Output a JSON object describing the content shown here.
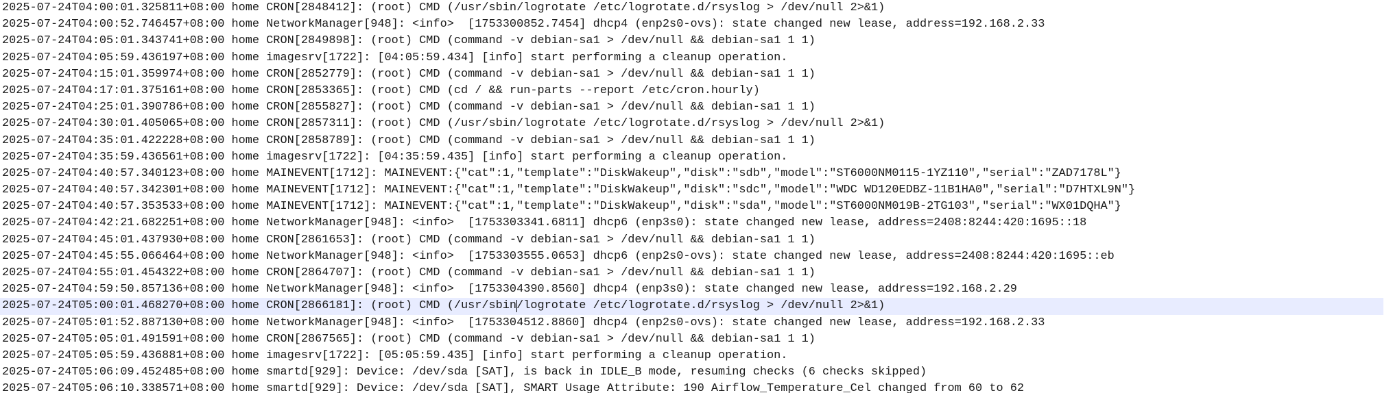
{
  "log": {
    "current_line_index": 18,
    "caret_char_index": 74,
    "lines": [
      "2025-07-24T04:00:01.325811+08:00 home CRON[2848412]: (root) CMD (/usr/sbin/logrotate /etc/logrotate.d/rsyslog > /dev/null 2>&1)",
      "2025-07-24T04:00:52.746457+08:00 home NetworkManager[948]: <info>  [1753300852.7454] dhcp4 (enp2s0-ovs): state changed new lease, address=192.168.2.33",
      "2025-07-24T04:05:01.343741+08:00 home CRON[2849898]: (root) CMD (command -v debian-sa1 > /dev/null && debian-sa1 1 1)",
      "2025-07-24T04:05:59.436197+08:00 home imagesrv[1722]: [04:05:59.434] [info] start performing a cleanup operation.",
      "2025-07-24T04:15:01.359974+08:00 home CRON[2852779]: (root) CMD (command -v debian-sa1 > /dev/null && debian-sa1 1 1)",
      "2025-07-24T04:17:01.375161+08:00 home CRON[2853365]: (root) CMD (cd / && run-parts --report /etc/cron.hourly)",
      "2025-07-24T04:25:01.390786+08:00 home CRON[2855827]: (root) CMD (command -v debian-sa1 > /dev/null && debian-sa1 1 1)",
      "2025-07-24T04:30:01.405065+08:00 home CRON[2857311]: (root) CMD (/usr/sbin/logrotate /etc/logrotate.d/rsyslog > /dev/null 2>&1)",
      "2025-07-24T04:35:01.422228+08:00 home CRON[2858789]: (root) CMD (command -v debian-sa1 > /dev/null && debian-sa1 1 1)",
      "2025-07-24T04:35:59.436561+08:00 home imagesrv[1722]: [04:35:59.435] [info] start performing a cleanup operation.",
      "2025-07-24T04:40:57.340123+08:00 home MAINEVENT[1712]: MAINEVENT:{\"cat\":1,\"template\":\"DiskWakeup\",\"disk\":\"sdb\",\"model\":\"ST6000NM0115-1YZ110\",\"serial\":\"ZAD7178L\"}",
      "2025-07-24T04:40:57.342301+08:00 home MAINEVENT[1712]: MAINEVENT:{\"cat\":1,\"template\":\"DiskWakeup\",\"disk\":\"sdc\",\"model\":\"WDC WD120EDBZ-11B1HA0\",\"serial\":\"D7HTXL9N\"}",
      "2025-07-24T04:40:57.353533+08:00 home MAINEVENT[1712]: MAINEVENT:{\"cat\":1,\"template\":\"DiskWakeup\",\"disk\":\"sda\",\"model\":\"ST6000NM019B-2TG103\",\"serial\":\"WX01DQHA\"}",
      "2025-07-24T04:42:21.682251+08:00 home NetworkManager[948]: <info>  [1753303341.6811] dhcp6 (enp3s0): state changed new lease, address=2408:8244:420:1695::18",
      "2025-07-24T04:45:01.437930+08:00 home CRON[2861653]: (root) CMD (command -v debian-sa1 > /dev/null && debian-sa1 1 1)",
      "2025-07-24T04:45:55.066464+08:00 home NetworkManager[948]: <info>  [1753303555.0653] dhcp6 (enp2s0-ovs): state changed new lease, address=2408:8244:420:1695::eb",
      "2025-07-24T04:55:01.454322+08:00 home CRON[2864707]: (root) CMD (command -v debian-sa1 > /dev/null && debian-sa1 1 1)",
      "2025-07-24T04:59:50.857136+08:00 home NetworkManager[948]: <info>  [1753304390.8560] dhcp4 (enp3s0): state changed new lease, address=192.168.2.29",
      "2025-07-24T05:00:01.468270+08:00 home CRON[2866181]: (root) CMD (/usr/sbin/logrotate /etc/logrotate.d/rsyslog > /dev/null 2>&1)",
      "2025-07-24T05:01:52.887130+08:00 home NetworkManager[948]: <info>  [1753304512.8860] dhcp4 (enp2s0-ovs): state changed new lease, address=192.168.2.33",
      "2025-07-24T05:05:01.491591+08:00 home CRON[2867565]: (root) CMD (command -v debian-sa1 > /dev/null && debian-sa1 1 1)",
      "2025-07-24T05:05:59.436881+08:00 home imagesrv[1722]: [05:05:59.435] [info] start performing a cleanup operation.",
      "2025-07-24T05:06:09.452485+08:00 home smartd[929]: Device: /dev/sda [SAT], is back in IDLE_B mode, resuming checks (6 checks skipped)",
      "2025-07-24T05:06:10.338571+08:00 home smartd[929]: Device: /dev/sda [SAT], SMART Usage Attribute: 190 Airflow_Temperature_Cel changed from 60 to 62"
    ]
  }
}
